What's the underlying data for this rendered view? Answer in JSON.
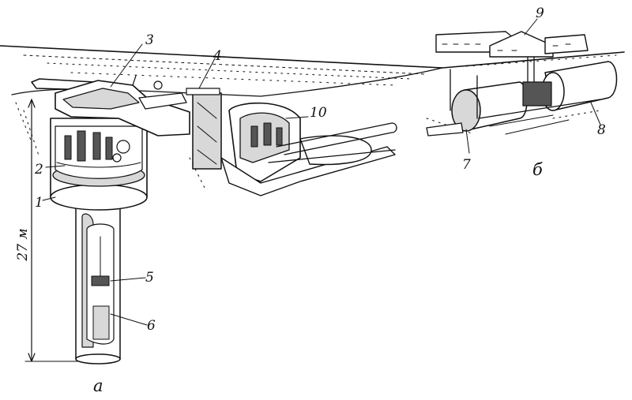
{
  "labels": {
    "n1": "1",
    "n2": "2",
    "n3": "3",
    "n4": "4",
    "n5": "5",
    "n6": "6",
    "n7": "7",
    "n8": "8",
    "n9": "9",
    "n10": "10",
    "depth": "27 м",
    "part_a": "а",
    "part_b": "б"
  }
}
